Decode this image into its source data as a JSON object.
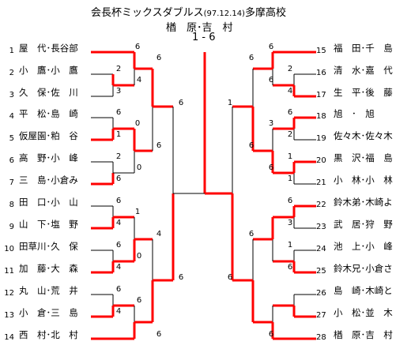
{
  "header": {
    "title": "会長杯ミックスダブルス",
    "date": "(97.12.14)",
    "venue": "多摩高校",
    "winner": "楢　原･吉　村",
    "final_score": "1 - 6"
  },
  "colors": {
    "win": "#ff0000",
    "lose": "#000000"
  },
  "left": {
    "players": [
      {
        "num": "1",
        "name": "屋　代･長谷部"
      },
      {
        "num": "2",
        "name": "小　鷹･小　鷹"
      },
      {
        "num": "3",
        "name": "久　保･佐　川"
      },
      {
        "num": "4",
        "name": "平　松･島　崎"
      },
      {
        "num": "5",
        "name": "仮屋園･粕　谷"
      },
      {
        "num": "6",
        "name": "高　野･小　峰"
      },
      {
        "num": "7",
        "name": "三　島･小倉み"
      },
      {
        "num": "8",
        "name": "田　口･小　山"
      },
      {
        "num": "9",
        "name": "山　下･塩　野"
      },
      {
        "num": "10",
        "name": "田草川･久　保"
      },
      {
        "num": "11",
        "name": "加　藤･大　森"
      },
      {
        "num": "12",
        "name": "丸　山･荒　井"
      },
      {
        "num": "13",
        "name": "小　倉･三　島"
      },
      {
        "num": "14",
        "name": "西　村･北　村"
      }
    ],
    "scores": [
      "6",
      "6",
      "2",
      "4",
      "3",
      "6",
      "6",
      "0",
      "1",
      "6",
      "2",
      "0",
      "6",
      "6",
      "1",
      "4",
      "4",
      "6",
      "0",
      "4",
      "6",
      "6",
      "4",
      "6",
      "6"
    ]
  },
  "right": {
    "players": [
      {
        "num": "15",
        "name": "福　田･千　島"
      },
      {
        "num": "16",
        "name": "清　水･嘉　代"
      },
      {
        "num": "17",
        "name": "生　平･後　藤"
      },
      {
        "num": "18",
        "name": "旭　･　旭"
      },
      {
        "num": "19",
        "name": "佐々木･佐々木"
      },
      {
        "num": "20",
        "name": "黒　沢･福　島"
      },
      {
        "num": "21",
        "name": "小　林･小　林"
      },
      {
        "num": "22",
        "name": "鈴木弟･木崎よ"
      },
      {
        "num": "23",
        "name": "武　居･狩　野"
      },
      {
        "num": "24",
        "name": "池　上･小　峰"
      },
      {
        "num": "25",
        "name": "鈴木兄･小倉さ"
      },
      {
        "num": "26",
        "name": "島　崎･木崎と"
      },
      {
        "num": "27",
        "name": "小　松･並　木"
      },
      {
        "num": "28",
        "name": "楢　原･吉　村"
      }
    ],
    "scores": [
      "6",
      "6",
      "2",
      "6",
      "4",
      "1",
      "6",
      "3",
      "2",
      "6",
      "1",
      "6",
      "1",
      "6",
      "3",
      "6",
      "1",
      "6",
      "6",
      "6"
    ]
  },
  "final": {
    "left_score": "1",
    "right_score": "6"
  }
}
